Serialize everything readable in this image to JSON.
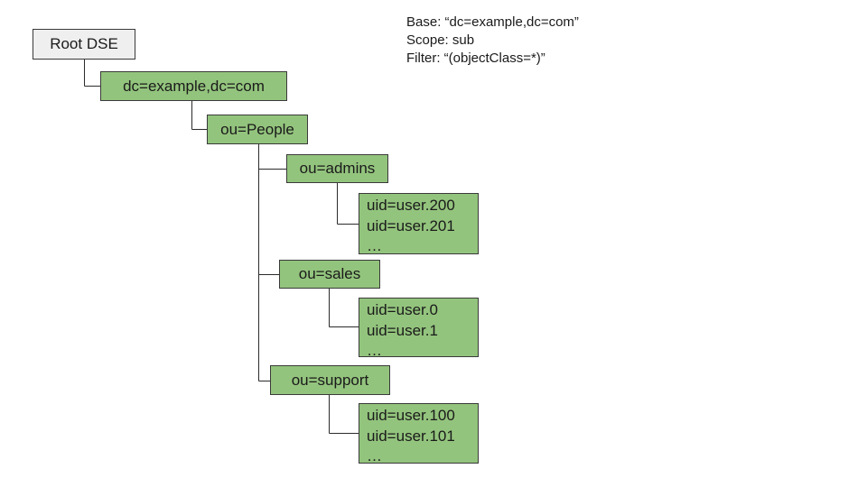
{
  "tree": {
    "root": "Root DSE",
    "base": "dc=example,dc=com",
    "people": "ou=People",
    "admins": {
      "label": "ou=admins",
      "entries": [
        "uid=user.200",
        "uid=user.201",
        "…"
      ]
    },
    "sales": {
      "label": "ou=sales",
      "entries": [
        "uid=user.0",
        "uid=user.1",
        "…"
      ]
    },
    "support": {
      "label": "ou=support",
      "entries": [
        "uid=user.100",
        "uid=user.101",
        "…"
      ]
    }
  },
  "search": {
    "base": "Base: “dc=example,dc=com”",
    "scope": "Scope: sub",
    "filter": "Filter: “(objectClass=*)”"
  },
  "colors": {
    "entry_fill": "#93c47d",
    "root_fill": "#efefef",
    "border": "#3a3a3a"
  }
}
